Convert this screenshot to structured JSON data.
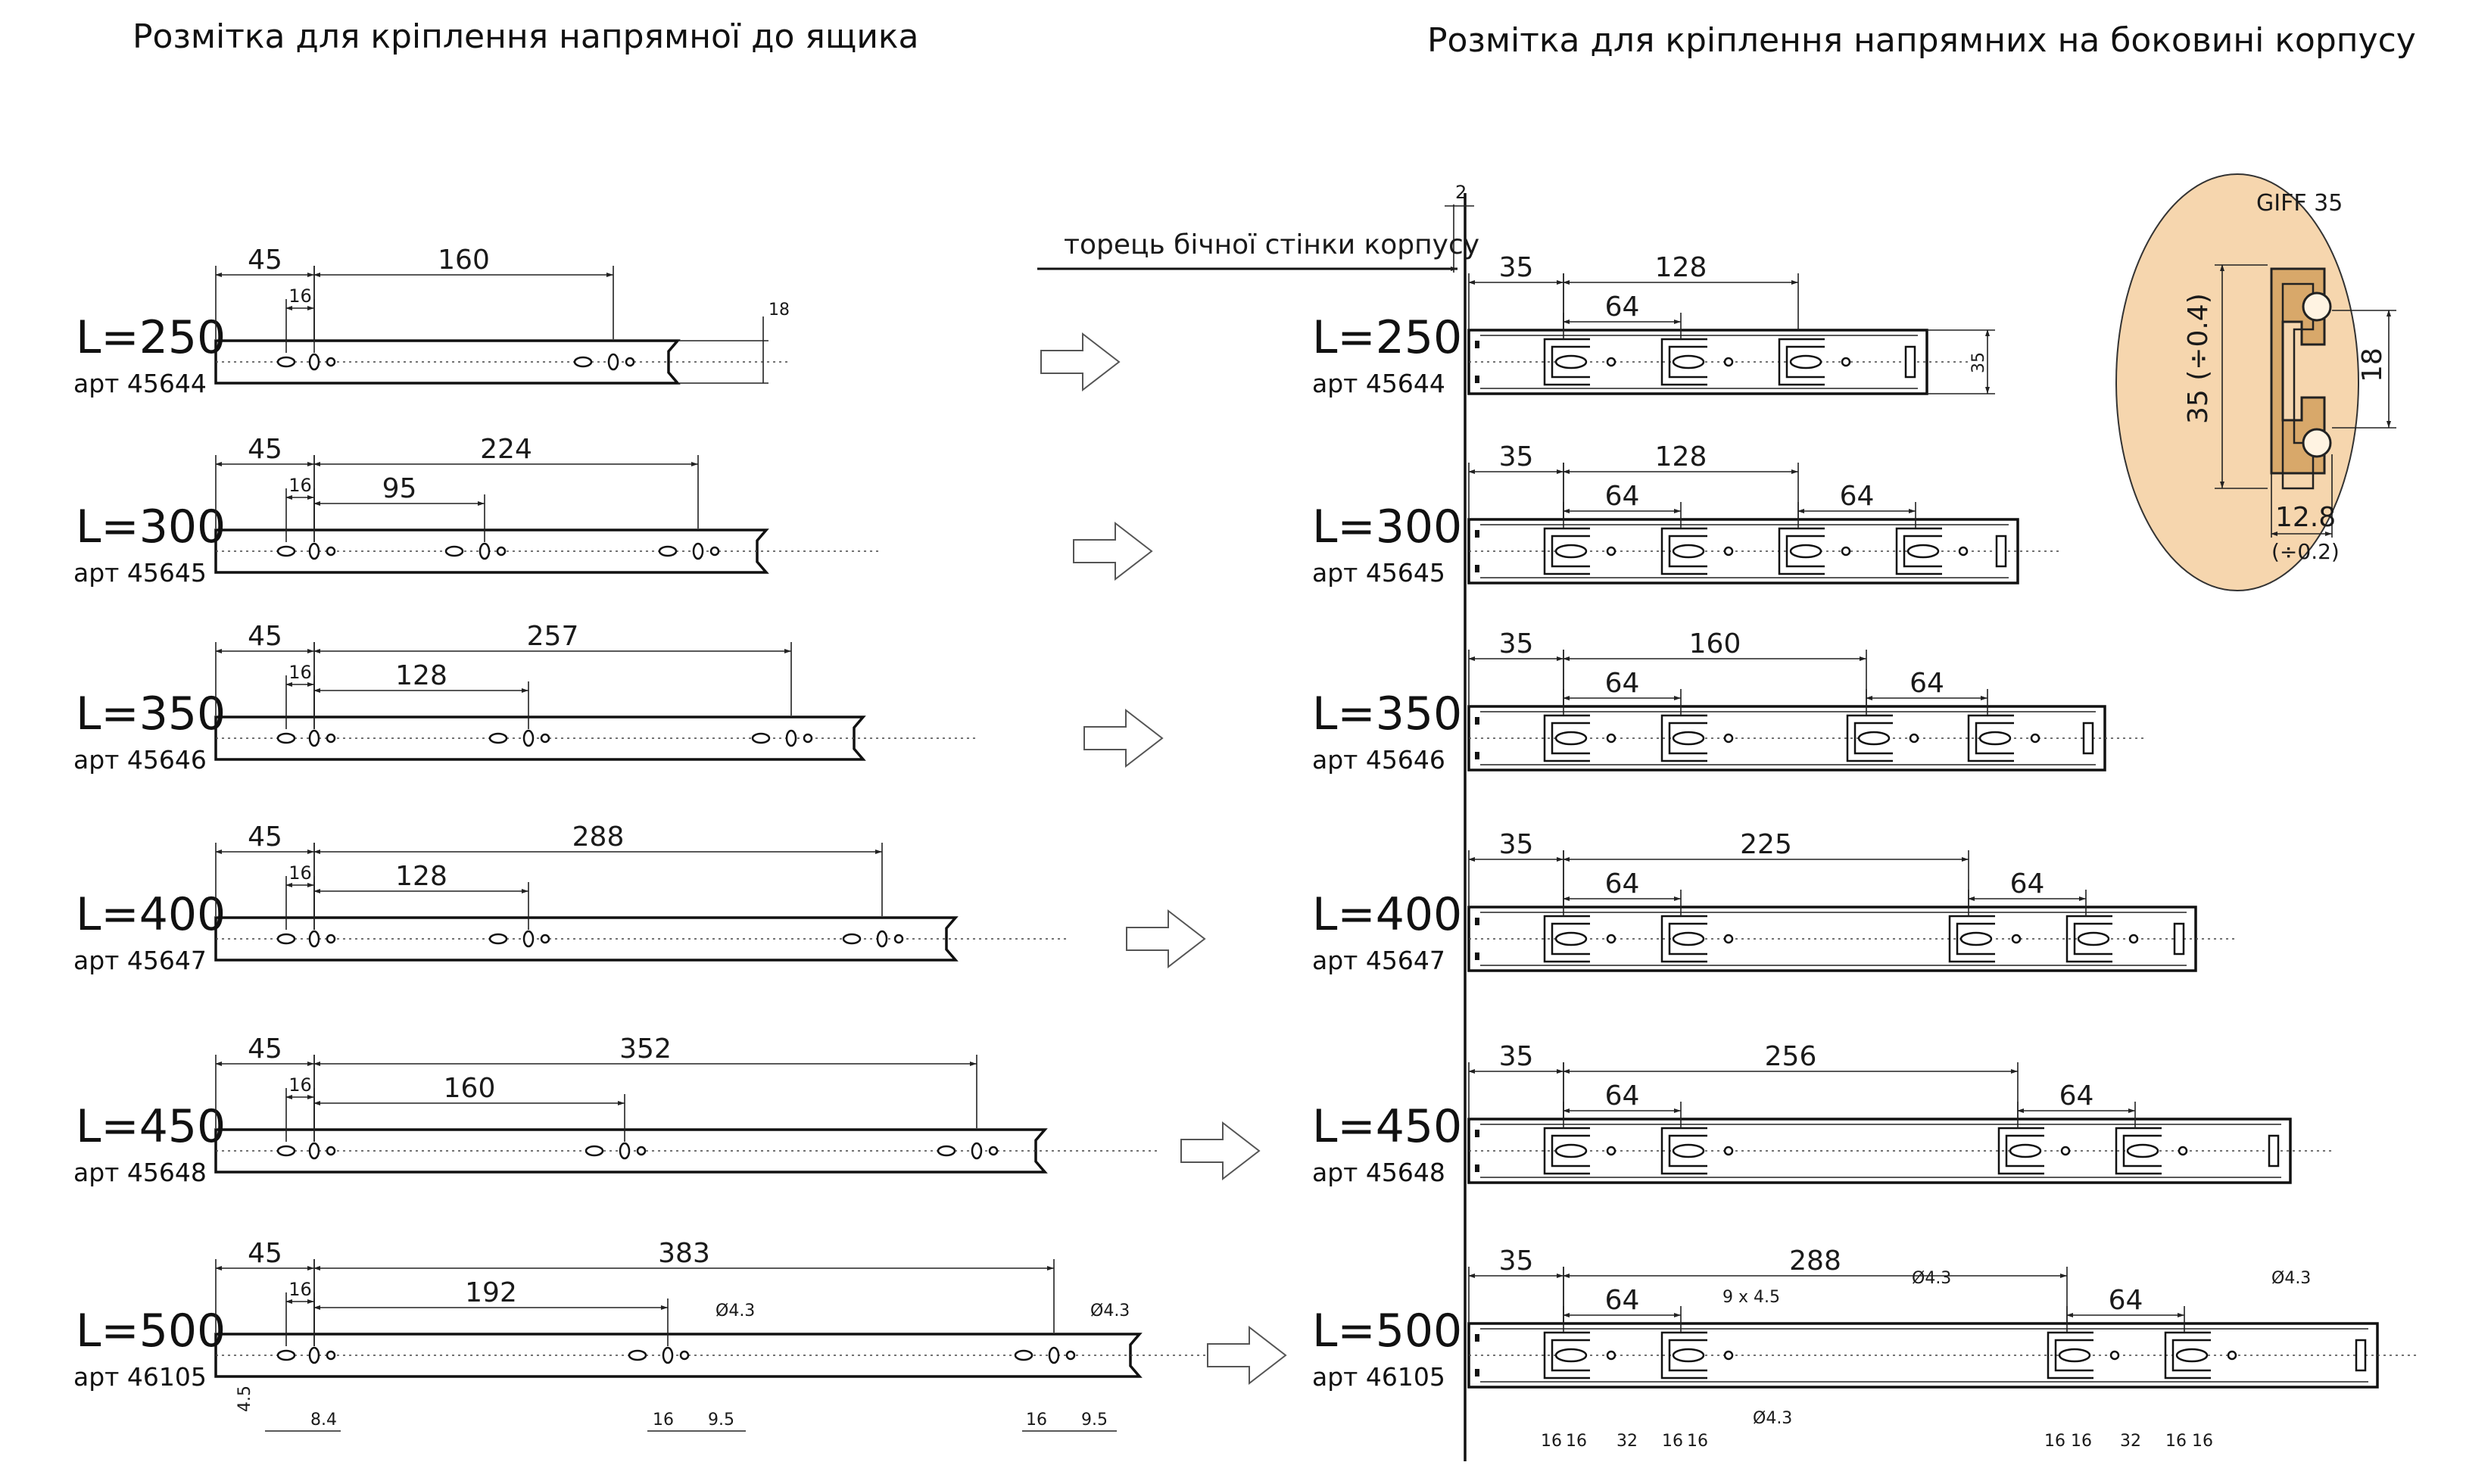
{
  "headings": {
    "left": "Розмітка для кріплення напрямної до ящика",
    "right": "Розмітка для кріплення напрямних на боковині корпусу"
  },
  "edge_label": "торець бічної стінки корпусу",
  "edge_gap": "2",
  "rail_height": "18",
  "side_height": "35",
  "rows": [
    {
      "L": "L=250",
      "art": "арт 45644",
      "d45": "45",
      "d16": "16",
      "dB": "160",
      "cab": {
        "d35": "35",
        "d64": "64",
        "dMain": "128"
      }
    },
    {
      "L": "L=300",
      "art": "арт 45645",
      "d45": "45",
      "d16": "16",
      "dA": "95",
      "dB": "224",
      "cab": {
        "d35": "35",
        "d64": "64",
        "dMain": "128",
        "dRear": "64"
      }
    },
    {
      "L": "L=350",
      "art": "арт 45646",
      "d45": "45",
      "d16": "16",
      "dA": "128",
      "dB": "257",
      "cab": {
        "d35": "35",
        "d64": "64",
        "dMain": "160",
        "dRear": "64"
      }
    },
    {
      "L": "L=400",
      "art": "арт 45647",
      "d45": "45",
      "d16": "16",
      "dA": "128",
      "dB": "288",
      "cab": {
        "d35": "35",
        "d64": "64",
        "dMain": "225",
        "dRear": "64"
      }
    },
    {
      "L": "L=450",
      "art": "арт 45648",
      "d45": "45",
      "d16": "16",
      "dA": "160",
      "dB": "352",
      "cab": {
        "d35": "35",
        "d64": "64",
        "dMain": "256",
        "dRear": "64"
      }
    },
    {
      "L": "L=500",
      "art": "арт 46105",
      "d45": "45",
      "d16": "16",
      "dA": "192",
      "dB": "383",
      "cab": {
        "d35": "35",
        "d64": "64",
        "dMain": "288",
        "dRear": "64"
      }
    }
  ],
  "last_row_details": {
    "hole_d": "Ø4.3",
    "d_4_5": "4.5",
    "d_8_4": "8.4",
    "d_16": "16",
    "d_9_5": "9.5",
    "slot": "9 x 4.5",
    "d_32": "32"
  },
  "profile": {
    "title": "GIFF 35",
    "height": "35 (÷0.4)",
    "inner": "18",
    "width": "12.8",
    "width_tol": "(÷0.2)",
    "fill_color": "#f6d6ae"
  }
}
